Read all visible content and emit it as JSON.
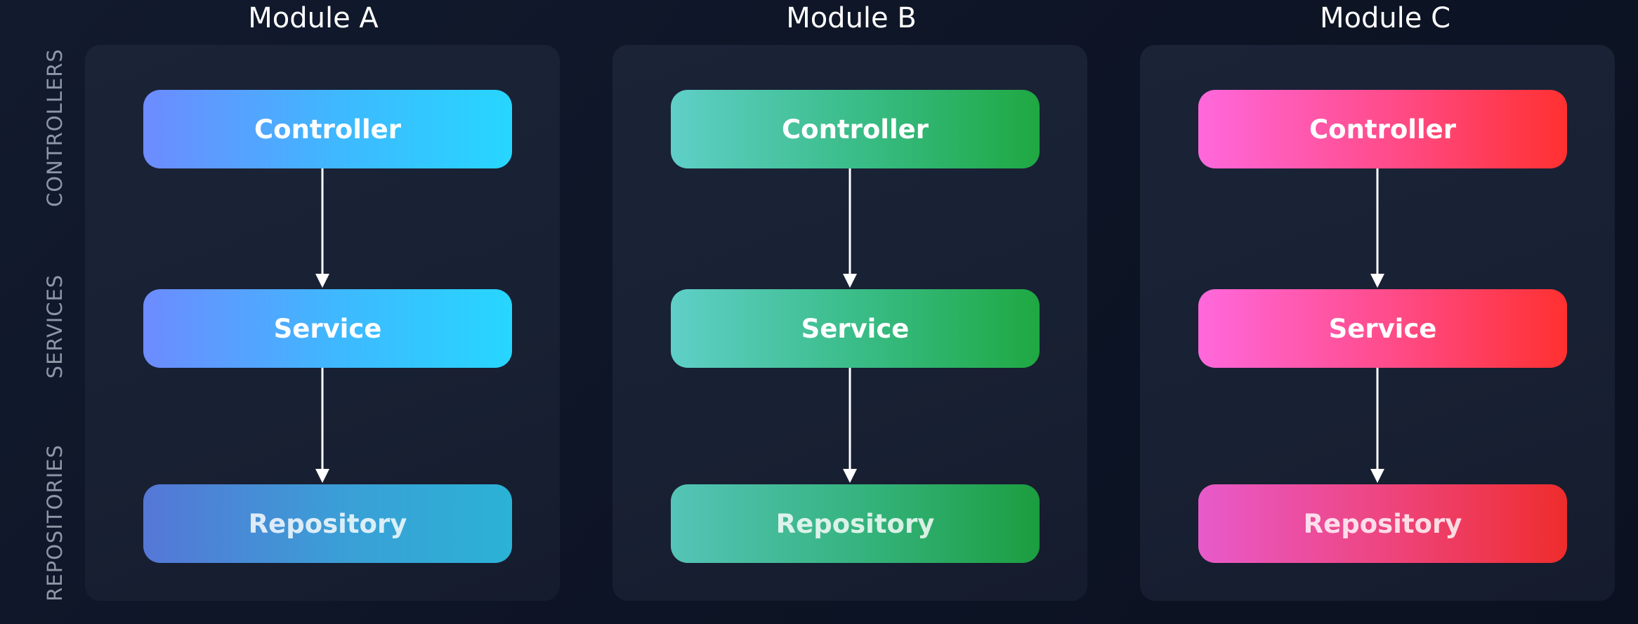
{
  "row_labels": [
    "CONTROLLERS",
    "SERVICES",
    "REPOSITORIES"
  ],
  "modules": [
    {
      "title": "Module A",
      "controller": "Controller",
      "service": "Service",
      "repository": "Repository",
      "color": "#3dbaff"
    },
    {
      "title": "Module B",
      "controller": "Controller",
      "service": "Service",
      "repository": "Repository",
      "color": "#2db66a"
    },
    {
      "title": "Module C",
      "controller": "Controller",
      "service": "Service",
      "repository": "Repository",
      "color": "#ff3f6e"
    }
  ],
  "colors": {
    "background": "#0f172a",
    "panel": "#182033",
    "label": "#8d97a6",
    "arrow": "#ffffff"
  }
}
